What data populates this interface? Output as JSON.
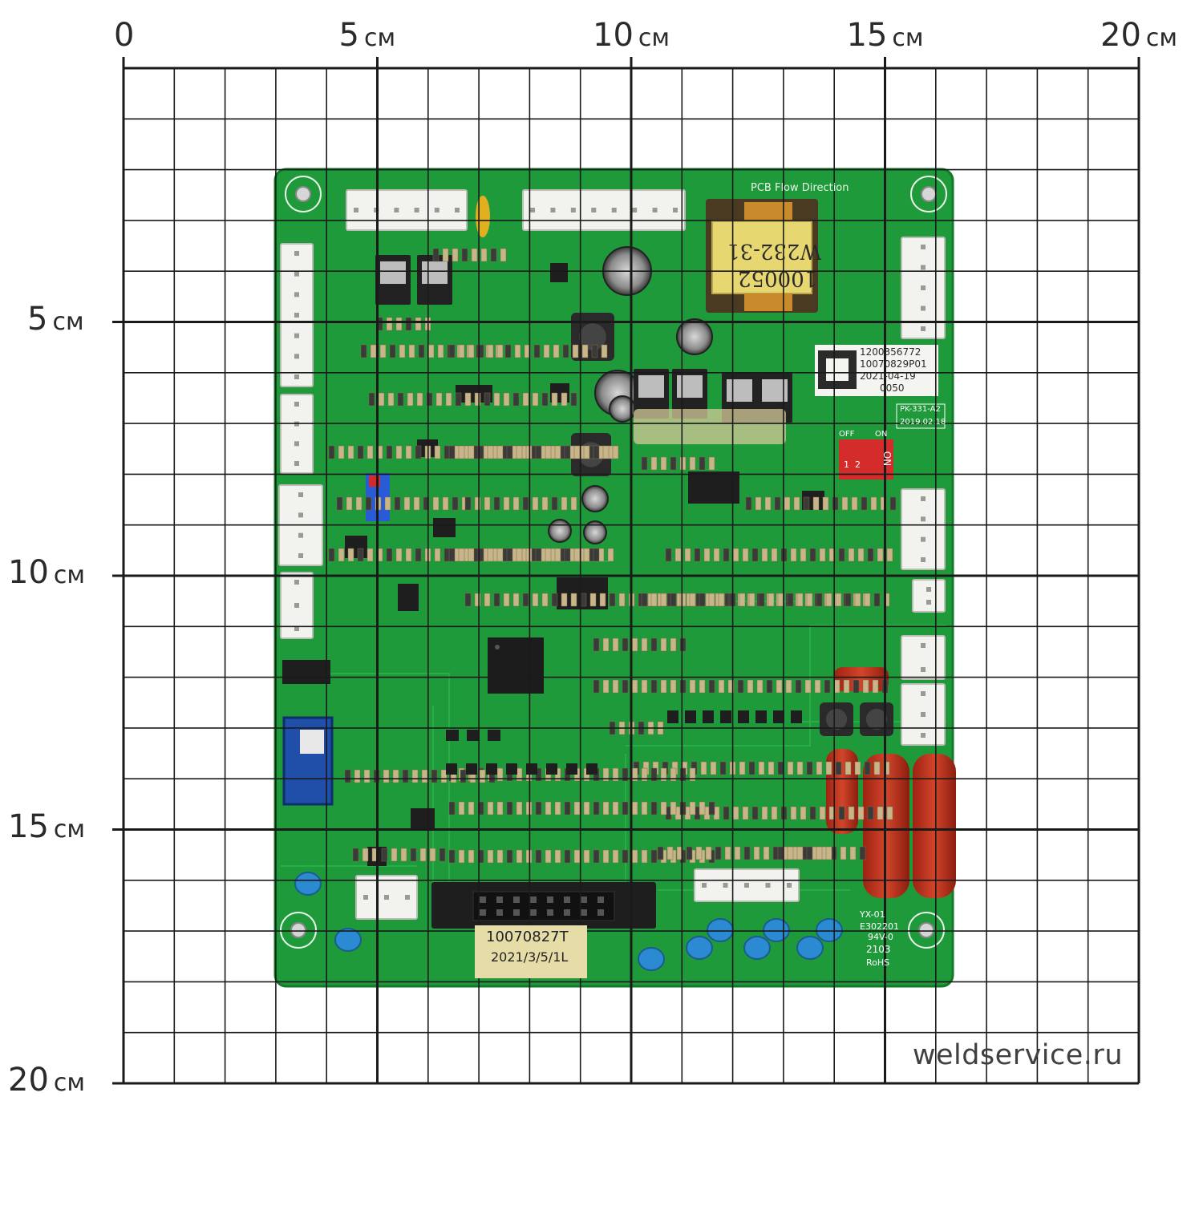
{
  "grid": {
    "cm_per_cell": 1,
    "span_cm": 20,
    "line_color": "#1a1a1a"
  },
  "axis": {
    "top": [
      {
        "num": "0",
        "unit": ""
      },
      {
        "num": "5",
        "unit": "см"
      },
      {
        "num": "10",
        "unit": "см"
      },
      {
        "num": "15",
        "unit": "см"
      },
      {
        "num": "20",
        "unit": "см"
      }
    ],
    "left": [
      {
        "num": "5",
        "unit": "см"
      },
      {
        "num": "10",
        "unit": "см"
      },
      {
        "num": "15",
        "unit": "см"
      },
      {
        "num": "20",
        "unit": "см"
      }
    ]
  },
  "board": {
    "color": "#1f9a3a",
    "silk_top": "PCB Flow Direction",
    "transformer_text": [
      "W232-31",
      "100052"
    ],
    "label_right": [
      "1200356772",
      "10070829P01",
      "2021-04-19",
      "0050"
    ],
    "model": "PK-331-A2",
    "date": "2019.02.18",
    "dip": {
      "off": "OFF",
      "on": "ON",
      "switch_on": "ON",
      "nums": [
        "1",
        "2"
      ]
    },
    "label_bottom": [
      "10070827T",
      "2021/3/5/1L"
    ],
    "right_marks": [
      "YX-01",
      "E302201",
      "94V-0",
      "2103",
      "RoHS"
    ]
  },
  "watermark": "weldservice.ru"
}
